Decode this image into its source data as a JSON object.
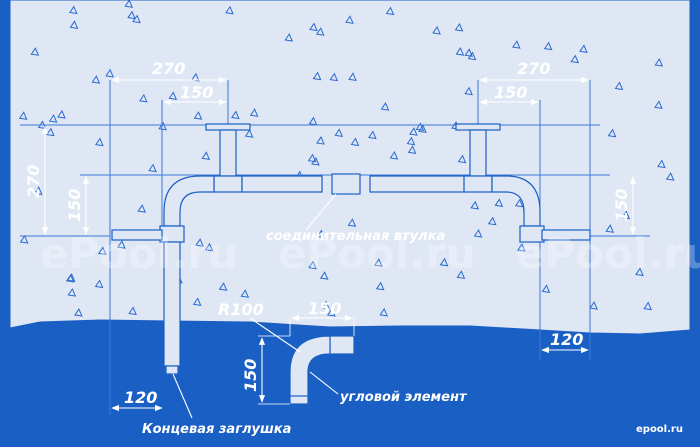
{
  "dimensions": {
    "top_left_outer": "270",
    "top_left_inner": "150",
    "top_right_outer": "270",
    "top_right_inner": "150",
    "left_vertical_outer": "270",
    "left_vertical_inner": "150",
    "right_vertical": "150",
    "bottom_left": "120",
    "bottom_right": "120",
    "detail_radius": "R100",
    "detail_horizontal": "150",
    "detail_vertical": "150"
  },
  "labels": {
    "coupling": "соединительная втулка",
    "elbow": "угловой элемент",
    "end_cap": "Концевая заглушка"
  },
  "watermark": {
    "text": "ePool.ru",
    "brand": "epool.ru"
  },
  "colors": {
    "background": "#1a5fc4",
    "concrete": "#dfe7f5",
    "ink": "#ffffff"
  }
}
